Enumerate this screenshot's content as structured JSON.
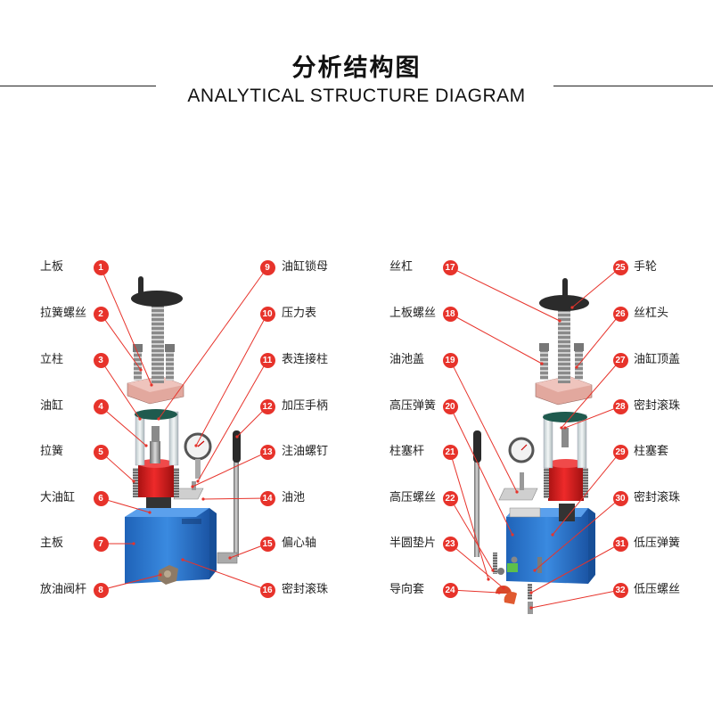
{
  "header": {
    "title_cn": "分析结构图",
    "title_en": "ANALYTICAL STRUCTURE DIAGRAM"
  },
  "colors": {
    "badge": "#e7332b",
    "leader": "#e7332b",
    "base_blue": "#2f7ed8",
    "cylinder_red": "#d81e1e",
    "plate_pink": "#e8b1a8"
  },
  "left_parts": [
    {
      "num": "1",
      "label": "上板"
    },
    {
      "num": "2",
      "label": "拉簧螺丝"
    },
    {
      "num": "3",
      "label": "立柱"
    },
    {
      "num": "4",
      "label": "油缸"
    },
    {
      "num": "5",
      "label": "拉簧"
    },
    {
      "num": "6",
      "label": "大油缸"
    },
    {
      "num": "7",
      "label": "主板"
    },
    {
      "num": "8",
      "label": "放油阀杆"
    },
    {
      "num": "9",
      "label": "油缸锁母"
    },
    {
      "num": "10",
      "label": "压力表"
    },
    {
      "num": "11",
      "label": "表连接柱"
    },
    {
      "num": "12",
      "label": "加压手柄"
    },
    {
      "num": "13",
      "label": "注油螺钉"
    },
    {
      "num": "14",
      "label": "油池"
    },
    {
      "num": "15",
      "label": "偏心轴"
    },
    {
      "num": "16",
      "label": "密封滚珠"
    }
  ],
  "right_parts": [
    {
      "num": "17",
      "label": "丝杠"
    },
    {
      "num": "18",
      "label": "上板螺丝"
    },
    {
      "num": "19",
      "label": "油池盖"
    },
    {
      "num": "20",
      "label": "高压弹簧"
    },
    {
      "num": "21",
      "label": "柱塞杆"
    },
    {
      "num": "22",
      "label": "高压螺丝"
    },
    {
      "num": "23",
      "label": "半圆垫片"
    },
    {
      "num": "24",
      "label": "导向套"
    },
    {
      "num": "25",
      "label": "手轮"
    },
    {
      "num": "26",
      "label": "丝杠头"
    },
    {
      "num": "27",
      "label": "油缸顶盖"
    },
    {
      "num": "28",
      "label": "密封滚珠"
    },
    {
      "num": "29",
      "label": "柱塞套"
    },
    {
      "num": "30",
      "label": "密封滚珠"
    },
    {
      "num": "31",
      "label": "低压弹簧"
    },
    {
      "num": "32",
      "label": "低压螺丝"
    }
  ]
}
